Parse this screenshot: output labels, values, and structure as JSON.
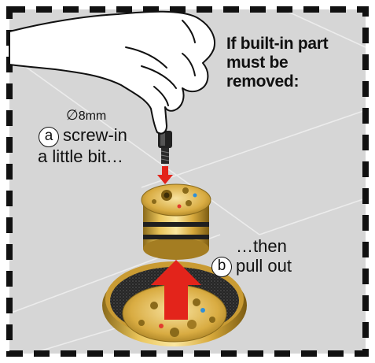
{
  "heading": {
    "lines": [
      "If built-in part",
      "must be",
      "removed:"
    ]
  },
  "screw_size": {
    "symbol": "∅",
    "value": "8mm"
  },
  "step_a": {
    "badge": "a",
    "line1": "screw-in",
    "line2": "a little bit…"
  },
  "step_b": {
    "line1": "…then",
    "badge": "b",
    "line2": "pull out"
  },
  "colors": {
    "background_panel": "#d6d6d6",
    "dashed_border": "#111111",
    "arrow_red": "#e3241b",
    "brass": "#d4a838",
    "foam": "#2a2a2a",
    "marker_red": "#e23b2e",
    "marker_blue": "#2f8fd8"
  },
  "icons": [
    "hand-icon",
    "screw-icon",
    "down-arrow-icon",
    "up-arrow-icon",
    "cartridge-icon",
    "housing-icon"
  ]
}
